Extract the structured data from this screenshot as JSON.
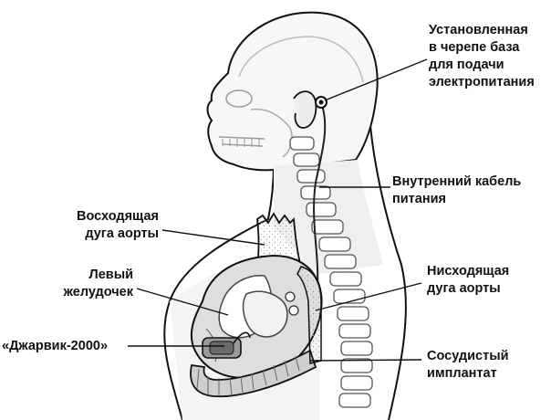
{
  "labels": {
    "base": [
      "Установленная",
      "в черепе база",
      "для подачи",
      "электропитания"
    ],
    "cable": [
      "Внутренний кабель",
      "питания"
    ],
    "ascending": [
      "Восходящая",
      "дуга аорты"
    ],
    "ventricle": [
      "Левый",
      "желудочек"
    ],
    "device": [
      "«Джарвик-2000»"
    ],
    "descending": [
      "Нисходящая",
      "дуга аорты"
    ],
    "graft": [
      "Сосудистый",
      "имплантат"
    ]
  }
}
